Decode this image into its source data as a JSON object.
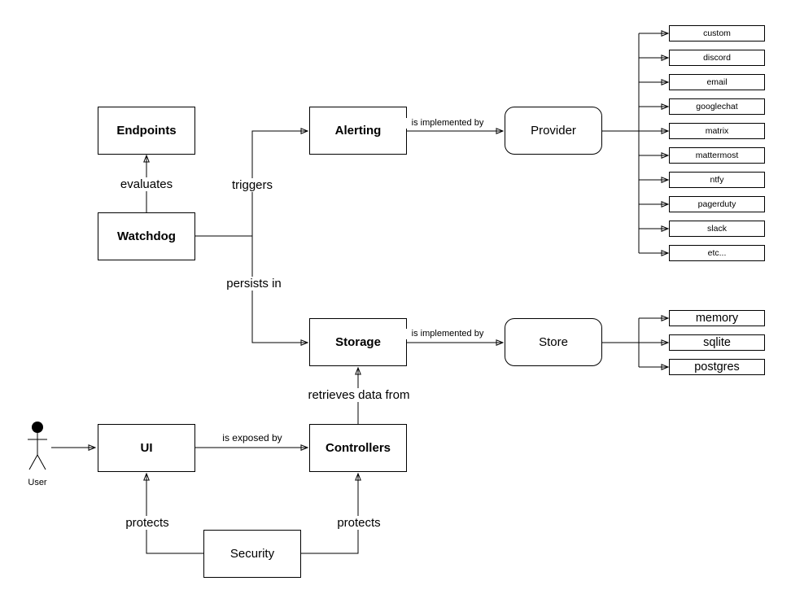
{
  "nodes": {
    "endpoints": "Endpoints",
    "watchdog": "Watchdog",
    "alerting": "Alerting",
    "provider": "Provider",
    "storage": "Storage",
    "store": "Store",
    "ui": "UI",
    "controllers": "Controllers",
    "security": "Security"
  },
  "labels": {
    "evaluates": "evaluates",
    "triggers": "triggers",
    "alerting_implemented_by": "is implemented by",
    "persists_in": "persists in",
    "storage_implemented_by": "is implemented by",
    "retrieves_data_from": "retrieves data from",
    "is_exposed_by": "is exposed by",
    "protects_ui": "protects",
    "protects_controllers": "protects",
    "actor": "User"
  },
  "providers": [
    "custom",
    "discord",
    "email",
    "googlechat",
    "matrix",
    "mattermost",
    "ntfy",
    "pagerduty",
    "slack",
    "etc..."
  ],
  "stores": [
    "memory",
    "sqlite",
    "postgres"
  ],
  "colors": {
    "stroke": "#000000",
    "fill": "#ffffff",
    "text": "#000000",
    "background": "#ffffff"
  }
}
